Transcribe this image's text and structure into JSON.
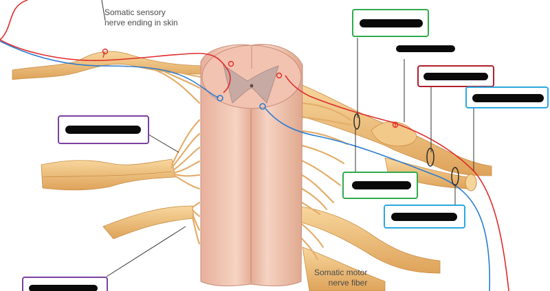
{
  "labels": {
    "sensory_line1": "Somatic sensory",
    "sensory_line2": "nerve ending in skin",
    "motor_line1": "Somatic motor",
    "motor_line2": "nerve fiber"
  },
  "label_boxes": [
    {
      "id": "box-1",
      "color": "#2eaa4a",
      "text": "",
      "redacted": true
    },
    {
      "id": "box-2",
      "color": "none",
      "text": "",
      "redacted": true
    },
    {
      "id": "box-3",
      "color": "#b01e2a",
      "text": "",
      "redacted": true
    },
    {
      "id": "box-4",
      "color": "#29a8e0",
      "text": "",
      "redacted": true
    },
    {
      "id": "box-5",
      "color": "#2eaa4a",
      "text": "",
      "redacted": true
    },
    {
      "id": "box-6",
      "color": "#29a8e0",
      "text": "",
      "redacted": true
    },
    {
      "id": "box-7",
      "color": "#7b3fa0",
      "text": "",
      "redacted": true
    },
    {
      "id": "box-8",
      "color": "#7b3fa0",
      "text": "",
      "redacted": true
    }
  ],
  "colors": {
    "nerve": "#f2c07a",
    "nerve_dark": "#d69a4a",
    "cord": "#f3c9b5",
    "cord_dark": "#e0a88e",
    "sensory_fiber": "#e02a2a",
    "motor_fiber": "#2a7bd0",
    "leader": "#333333"
  }
}
